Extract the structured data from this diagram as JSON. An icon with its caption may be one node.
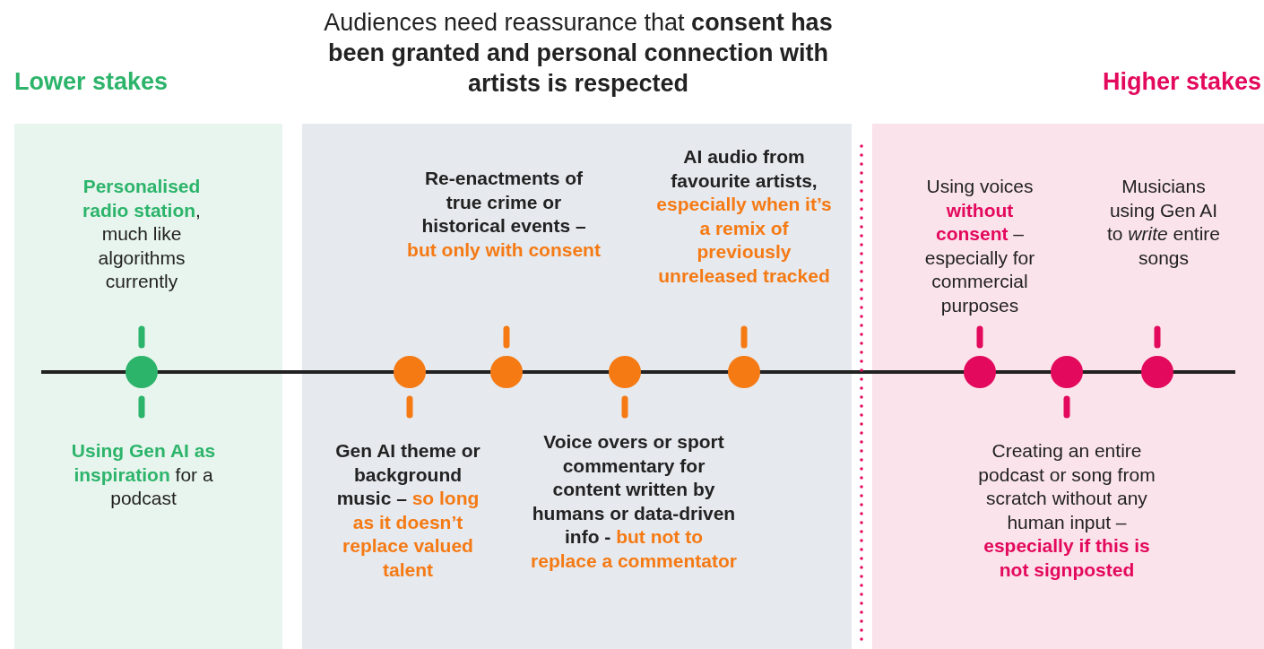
{
  "diagram": {
    "title": "Audiences need reassurance that **consent has been granted and personal connection with artists is respected**",
    "nodes": [
      {
        "text": [],
        "shape": "box"
      },
      {
        "text": [],
        "shape": "box"
      },
      {
        "text": [],
        "shape": "box"
      },
      {
        "text": [
          "**Personalised radio station**, much like algorithms currently"
        ],
        "in": 0
      },
      {
        "text": [
          "**Using Gen AI as inspiration** for a podcast"
        ],
        "in": 0
      },
      {
        "text": [],
        "shape": "circle",
        "in": 0
      },
      {
        "text": [
          "Re-enactments of true crime or historical events – **but only with consent**"
        ],
        "in": 1
      },
      {
        "text": [
          "AI audio from favourite artists, **especially when it’s a remix of previously unreleased tracked**"
        ],
        "in": 1
      },
      {
        "text": [
          "Gen AI theme or background music – **so long as it doesn’t replace valued talent**"
        ],
        "in": 1
      },
      {
        "text": [
          "Voice overs or sport commentary for content written by humans or data-driven info - **but not to replace a commentator**"
        ],
        "in": 1
      },
      {
        "text": [],
        "shape": "circle",
        "in": 1
      },
      {
        "text": [],
        "shape": "circle",
        "in": 1
      },
      {
        "text": [],
        "shape": "circle",
        "in": 1
      },
      {
        "text": [],
        "shape": "circle",
        "in": 1
      },
      {
        "text": [
          "Using voices **without consent** – especially for commercial purposes"
        ],
        "in": 2
      },
      {
        "text": [
          "Musicians using Gen AI to *write* entire songs"
        ],
        "in": 2
      },
      {
        "text": [
          "Creating an entire podcast or song from scratch without any human input – **especially if this is not signposted**"
        ],
        "in": 2
      },
      {
        "text": [],
        "shape": "circle",
        "in": 2
      },
      {
        "text": [],
        "shape": "circle",
        "in": 2
      },
      {
        "text": [],
        "shape": "circle",
        "in": 2
      }
    ],
    "edges": [
      {
        "from": 3,
        "to": 5,
        "arrow": "none",
        "color": "#2db46b"
      },
      {
        "from": 4,
        "to": 5,
        "arrow": "none",
        "color": "#2db46b"
      },
      {
        "from": 6,
        "to": 11,
        "arrow": "none"
      },
      {
        "from": 7,
        "to": 13,
        "arrow": "none"
      },
      {
        "from": 8,
        "to": 10,
        "arrow": "none"
      },
      {
        "from": 9,
        "to": 12,
        "arrow": "none"
      },
      {
        "from": 14,
        "to": 17,
        "arrow": "none",
        "color": "#e3095c"
      },
      {
        "from": 15,
        "to": 19,
        "arrow": "none",
        "color": "#e3095c"
      },
      {
        "from": 16,
        "to": 18,
        "arrow": "none",
        "color": "#e3095c"
      }
    ],
    "labels": [
      "Lower stakes",
      "Higher stakes"
    ]
  }
}
